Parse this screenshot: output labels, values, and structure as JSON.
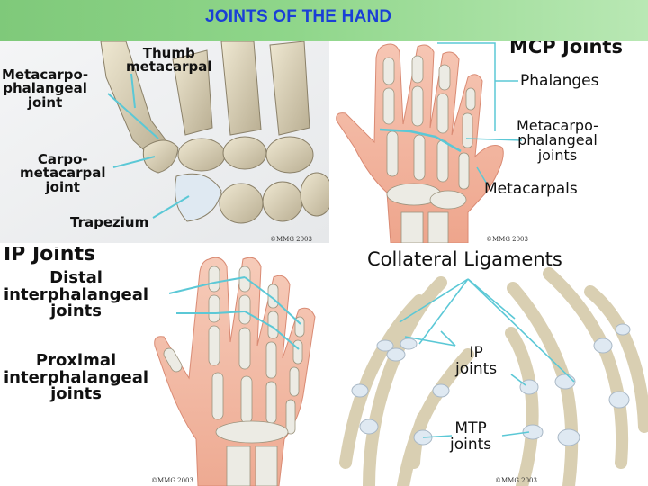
{
  "title": "JOINTS OF THE HAND",
  "colors": {
    "title_text": "#1a3fd6",
    "header_green": "#8fd68a",
    "pointer_line": "#5bc8d6",
    "bone": "#e2d9bf",
    "skin": "#f4b8a3",
    "cartilage": "#dfe9f2"
  },
  "panels": {
    "thumb": {
      "labels": {
        "thumb_metacarpal": "Thumb\nmetacarpal",
        "mcp_joint": "Metacarpo-\nphalangeal\njoint",
        "cmc_joint": "Carpo-\nmetacarpal\njoint",
        "trapezium": "Trapezium"
      },
      "copyright": "©MMG 2003"
    },
    "mcp": {
      "heading": "MCP Joints",
      "labels": {
        "phalanges": "Phalanges",
        "mcp_joints": "Metacarpo-\nphalangeal\njoints",
        "metacarpals": "Metacarpals"
      },
      "copyright": "©MMG 2003"
    },
    "ip": {
      "heading": "IP Joints",
      "labels": {
        "distal": "Distal\ninterphalangeal\njoints",
        "proximal": "Proximal\ninterphalangeal\njoints"
      },
      "copyright": "©MMG 2003"
    },
    "collateral": {
      "heading": "Collateral Ligaments",
      "labels": {
        "ip_joints": "IP\njoints",
        "mtp_joints": "MTP\njoints"
      },
      "copyright": "©MMG 2003"
    }
  }
}
